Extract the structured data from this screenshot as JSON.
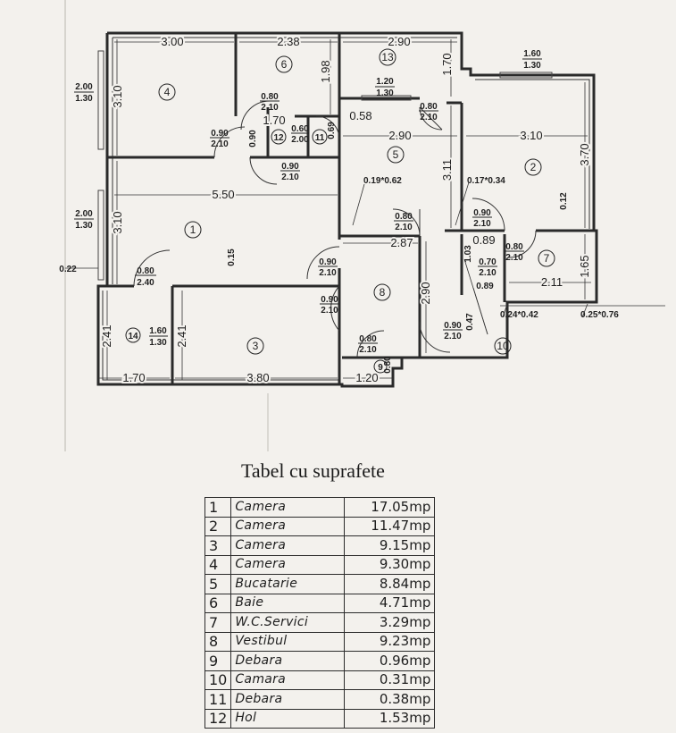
{
  "plan": {
    "rooms": [
      {
        "id": "r1",
        "label": "1"
      },
      {
        "id": "r2",
        "label": "2"
      },
      {
        "id": "r3",
        "label": "3"
      },
      {
        "id": "r4",
        "label": "4"
      },
      {
        "id": "r5",
        "label": "5"
      },
      {
        "id": "r6",
        "label": "6"
      },
      {
        "id": "r7",
        "label": "7"
      },
      {
        "id": "r8",
        "label": "8"
      },
      {
        "id": "r9",
        "label": "9"
      },
      {
        "id": "r10",
        "label": "10"
      },
      {
        "id": "r11",
        "label": "11"
      },
      {
        "id": "r12",
        "label": "12"
      },
      {
        "id": "r13",
        "label": "13"
      },
      {
        "id": "r14",
        "label": "14"
      }
    ],
    "dimensions": {
      "d300": "3.00",
      "d238": "2.38",
      "d290a": "2.90",
      "d170b": "1.70",
      "d310a": "3.10",
      "d198": "1.98",
      "d170": "1.70",
      "d058": "0.58",
      "d290b": "2.90",
      "d310b": "3.10",
      "d311": "3.11",
      "d370": "3.70",
      "d012": "0.12",
      "d550": "5.50",
      "d310c": "3.10",
      "d015": "0.15",
      "d287": "2.87",
      "d089": "0.89",
      "d103": "1.03",
      "d089b": "0.89",
      "d165": "1.65",
      "d211": "2.11",
      "d290c": "2.90",
      "d047": "0.47",
      "d241a": "2.41",
      "d241b": "2.41",
      "d170c": "1.70",
      "d380": "3.80",
      "d120": "1.20",
      "d080": "0.80",
      "d022": "0.22",
      "d069": "0.69",
      "d090r": "0.90"
    },
    "sections": {
      "s019": "0.19*0.62",
      "s017": "0.17*0.34",
      "s024": "0.24*0.42",
      "s025": "0.25*0.76"
    },
    "openings": [
      {
        "id": "w1",
        "top": "2.00",
        "bottom": "1.30"
      },
      {
        "id": "w2",
        "top": "2.00",
        "bottom": "1.30"
      },
      {
        "id": "w3",
        "top": "1.60",
        "bottom": "1.30"
      },
      {
        "id": "w4",
        "top": "1.20",
        "bottom": "1.30"
      },
      {
        "id": "w5",
        "top": "1.60",
        "bottom": "1.30"
      },
      {
        "id": "o1",
        "top": "0.80",
        "bottom": "2.10"
      },
      {
        "id": "o2",
        "top": "0.90",
        "bottom": "2.10"
      },
      {
        "id": "o3",
        "top": "0.60",
        "bottom": "2.00"
      },
      {
        "id": "o4",
        "top": "0.90",
        "bottom": "2.10"
      },
      {
        "id": "o5",
        "top": "0.80",
        "bottom": "2.10"
      },
      {
        "id": "o6",
        "top": "0.80",
        "bottom": "2.10"
      },
      {
        "id": "o7",
        "top": "0.90",
        "bottom": "2.10"
      },
      {
        "id": "o8",
        "top": "0.80",
        "bottom": "2.10"
      },
      {
        "id": "o9",
        "top": "0.70",
        "bottom": "2.10"
      },
      {
        "id": "o10",
        "top": "0.80",
        "bottom": "2.40"
      },
      {
        "id": "o11",
        "top": "0.90",
        "bottom": "2.10"
      },
      {
        "id": "o12",
        "top": "0.90",
        "bottom": "2.10"
      },
      {
        "id": "o13",
        "top": "0.80",
        "bottom": "2.10"
      },
      {
        "id": "o14",
        "top": "0.90",
        "bottom": "2.10"
      }
    ]
  },
  "table": {
    "title": "Tabel cu suprafete",
    "rows": [
      {
        "n": "1",
        "name": "Camera",
        "area": "17.05mp"
      },
      {
        "n": "2",
        "name": "Camera",
        "area": "11.47mp"
      },
      {
        "n": "3",
        "name": "Camera",
        "area": "9.15mp"
      },
      {
        "n": "4",
        "name": "Camera",
        "area": "9.30mp"
      },
      {
        "n": "5",
        "name": "Bucatarie",
        "area": "8.84mp"
      },
      {
        "n": "6",
        "name": "Baie",
        "area": "4.71mp"
      },
      {
        "n": "7",
        "name": "W.C.Servici",
        "area": "3.29mp"
      },
      {
        "n": "8",
        "name": "Vestibul",
        "area": "9.23mp"
      },
      {
        "n": "9",
        "name": "Debara",
        "area": "0.96mp"
      },
      {
        "n": "10",
        "name": "Camara",
        "area": "0.31mp"
      },
      {
        "n": "11",
        "name": "Debara",
        "area": "0.38mp"
      },
      {
        "n": "12",
        "name": "Hol",
        "area": "1.53mp"
      }
    ]
  }
}
